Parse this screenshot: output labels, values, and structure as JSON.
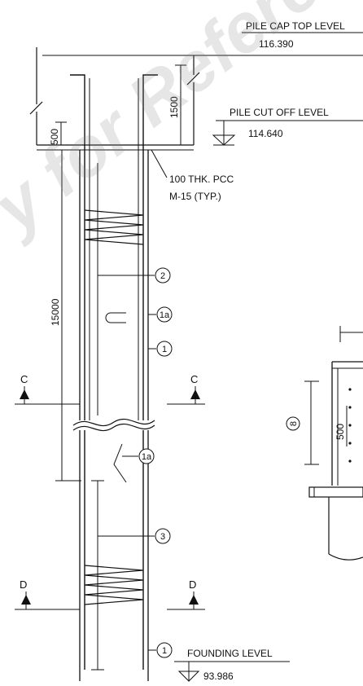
{
  "levels": {
    "pile_cap_top": {
      "label": "PILE CAP TOP LEVEL",
      "value": "116.390"
    },
    "pile_cut_off": {
      "label": "PILE CUT OFF LEVEL",
      "value": "114.640"
    },
    "founding": {
      "label": "FOUNDING LEVEL",
      "value": "93.986"
    }
  },
  "pcc_note": {
    "line1": "100 THK. PCC",
    "line2": "M-15 (TYP.)"
  },
  "dimensions": {
    "d500": "500",
    "d1500": "1500",
    "d15000": "15000",
    "d500_right": "500"
  },
  "bar_marks": {
    "m2": "2",
    "m1a_top": "1a",
    "m1_top": "1",
    "m1a_mid": "1a",
    "m3": "3",
    "m1_bottom": "1",
    "m8": "8"
  },
  "sections": {
    "c_left": "C",
    "c_right": "C",
    "d_left": "D",
    "d_right": "D"
  },
  "watermark": "y for Referen",
  "colors": {
    "ink": "#111111",
    "watermark": "#8c8c8c"
  }
}
